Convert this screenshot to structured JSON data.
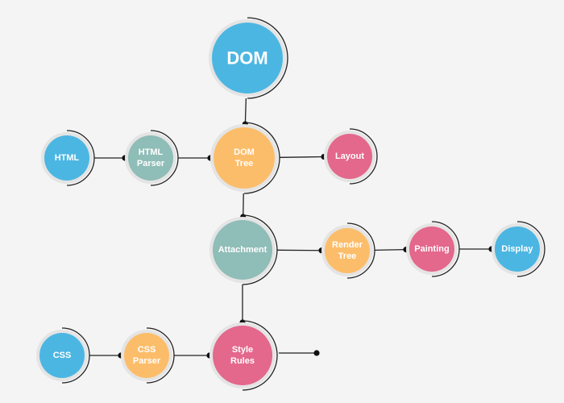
{
  "colors": {
    "blue": "#4cb6e2",
    "orange": "#fcbd6a",
    "pink": "#e4678c",
    "teal": "#8fbdb7",
    "line": "#222222",
    "background": "#f4f4f4"
  },
  "nodes": [
    {
      "id": "dom",
      "lines": [
        "DOM"
      ],
      "color": "blue"
    },
    {
      "id": "html",
      "lines": [
        "HTML"
      ],
      "color": "blue"
    },
    {
      "id": "html-parser",
      "lines": [
        "HTML",
        "Parser"
      ],
      "color": "teal"
    },
    {
      "id": "dom-tree",
      "lines": [
        "DOM",
        "Tree"
      ],
      "color": "orange"
    },
    {
      "id": "layout",
      "lines": [
        "Layout"
      ],
      "color": "pink"
    },
    {
      "id": "attachment",
      "lines": [
        "Attachment"
      ],
      "color": "teal"
    },
    {
      "id": "render-tree",
      "lines": [
        "Render",
        "Tree"
      ],
      "color": "orange"
    },
    {
      "id": "painting",
      "lines": [
        "Painting"
      ],
      "color": "pink"
    },
    {
      "id": "display",
      "lines": [
        "Display"
      ],
      "color": "blue"
    },
    {
      "id": "css",
      "lines": [
        "CSS"
      ],
      "color": "blue"
    },
    {
      "id": "css-parser",
      "lines": [
        "CSS",
        "Parser"
      ],
      "color": "orange"
    },
    {
      "id": "style-rules",
      "lines": [
        "Style",
        "Rules"
      ],
      "color": "pink"
    }
  ],
  "edges": [
    {
      "from": "dom",
      "to": "dom-tree"
    },
    {
      "from": "html",
      "to": "html-parser"
    },
    {
      "from": "html-parser",
      "to": "dom-tree"
    },
    {
      "from": "dom-tree",
      "to": "layout"
    },
    {
      "from": "dom-tree",
      "to": "attachment"
    },
    {
      "from": "attachment",
      "to": "render-tree"
    },
    {
      "from": "render-tree",
      "to": "painting"
    },
    {
      "from": "painting",
      "to": "display"
    },
    {
      "from": "attachment",
      "to": "style-rules"
    },
    {
      "from": "css",
      "to": "css-parser"
    },
    {
      "from": "css-parser",
      "to": "style-rules"
    },
    {
      "from": "style-rules",
      "to": ""
    }
  ]
}
